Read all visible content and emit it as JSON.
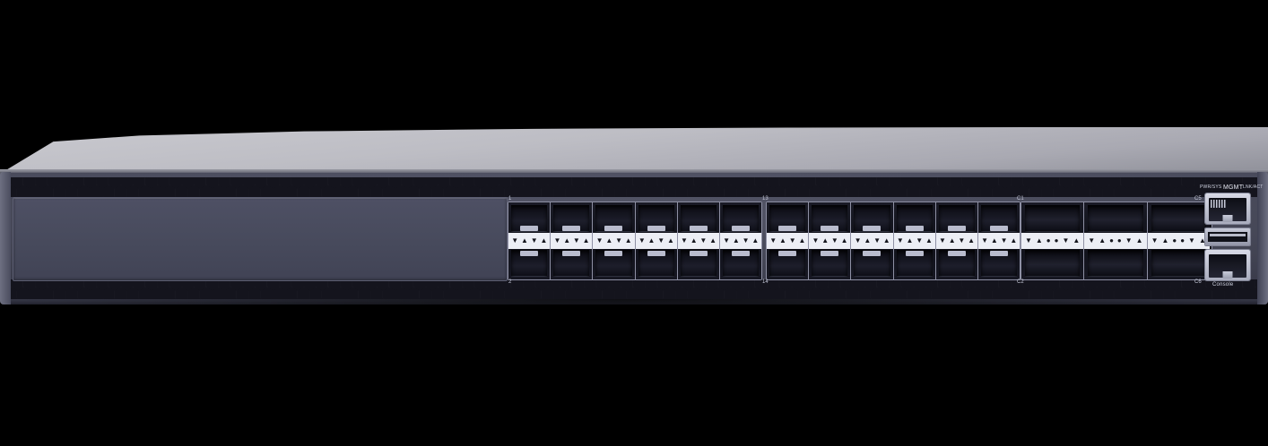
{
  "device": {
    "type": "network-switch",
    "form_factor": "1U rack-mount",
    "chassis_color": "#4a4c5e",
    "top_cover_color": "#c9c9cf",
    "background_color": "#000000"
  },
  "front_panel": {
    "blank_panel": {
      "label": ""
    },
    "vents": {
      "pattern": "honeycomb",
      "rows": [
        "top",
        "bottom"
      ],
      "hex_color": "#14141d"
    },
    "sfp_groups": [
      {
        "name": "sfp-group-1",
        "cages": 6,
        "ports_per_cage": 2,
        "top_left_number": "1",
        "bottom_left_number": "2",
        "led_glyphs": [
          "▼",
          "▲",
          "▼",
          "▲"
        ]
      },
      {
        "name": "sfp-group-2",
        "cages": 6,
        "ports_per_cage": 2,
        "top_left_number": "13",
        "bottom_left_number": "14",
        "led_glyphs": [
          "▼",
          "▲",
          "▼",
          "▲"
        ]
      }
    ],
    "qsfp_group": {
      "name": "qsfp-group",
      "cages": 3,
      "ports_per_cage": 2,
      "top_left_number": "C1",
      "bottom_left_number": "C2",
      "top_right_number": "C5",
      "bottom_right_number": "C6",
      "led_glyphs": [
        "▼",
        "▲",
        "●",
        "●",
        "▼",
        "▲"
      ]
    },
    "management": {
      "psu_label": "PWR/SYS",
      "mgmt_label": "MGMT",
      "link_act_label": "LNK/ACT",
      "console_label": "Console",
      "ports": [
        {
          "name": "mgmt-rj45-port",
          "type": "rj45"
        },
        {
          "name": "usb-port",
          "type": "usb-a"
        },
        {
          "name": "console-rj45-port",
          "type": "rj45"
        }
      ]
    }
  }
}
